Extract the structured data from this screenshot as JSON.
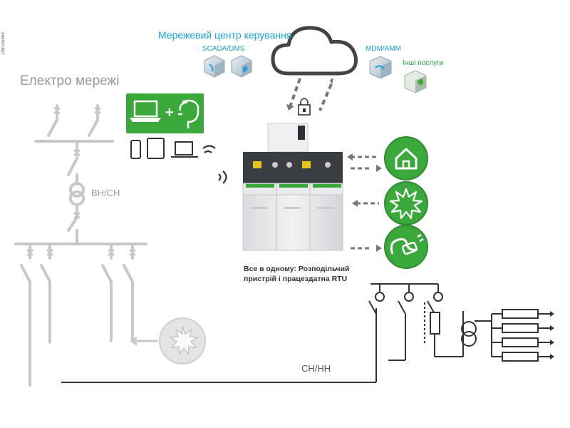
{
  "doc_id": "DM105964",
  "titles": {
    "grid": "Електро мережі",
    "control_center": "Мережевий центр керування",
    "scada": "SCADA/DMS",
    "mdm": "MDM/AMM",
    "other_services": "Інші послуги",
    "transformer_hv_mv": "ВН/СН",
    "line_mv_lv": "СН/НН"
  },
  "caption": {
    "line1": "Все в одному: Розподільчий",
    "line2": "пристрій і працездатна RTU"
  },
  "colors": {
    "accent_blue": "#1aa3d9",
    "green": "#3ba83c",
    "grey_line": "#c8c8c8",
    "dark_line": "#333333"
  },
  "icons": [
    "cloud-icon",
    "lock-icon",
    "server-cube-icon",
    "laptop-operator-icon",
    "devices-icon",
    "wireless-icon",
    "home-icon",
    "fault-burst-icon",
    "ev-plug-icon",
    "transformer-icon"
  ]
}
